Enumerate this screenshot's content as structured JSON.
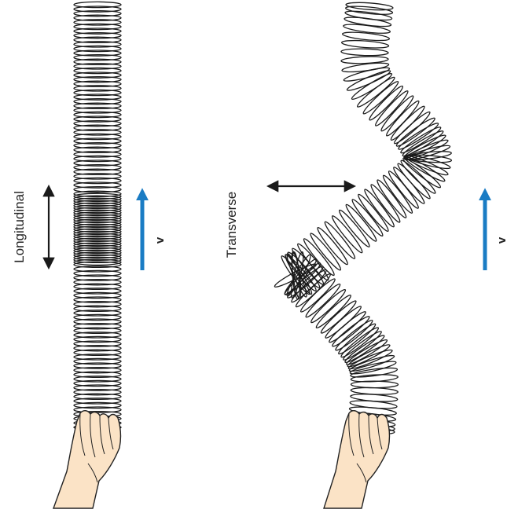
{
  "panels": [
    {
      "id": "longitudinal",
      "label": "Longitudinal",
      "velocity_label": "v",
      "disturbance_direction": "vertical",
      "wave_direction": "up"
    },
    {
      "id": "transverse",
      "label": "Transverse",
      "velocity_label": "v",
      "disturbance_direction": "horizontal",
      "wave_direction": "up"
    }
  ],
  "colors": {
    "coil": "#1a1a1a",
    "arrow_black": "#1a1a1a",
    "velocity_arrow": "#1a7cc4",
    "hand_fill": "#fbe3c6",
    "hand_outline": "#222222"
  }
}
